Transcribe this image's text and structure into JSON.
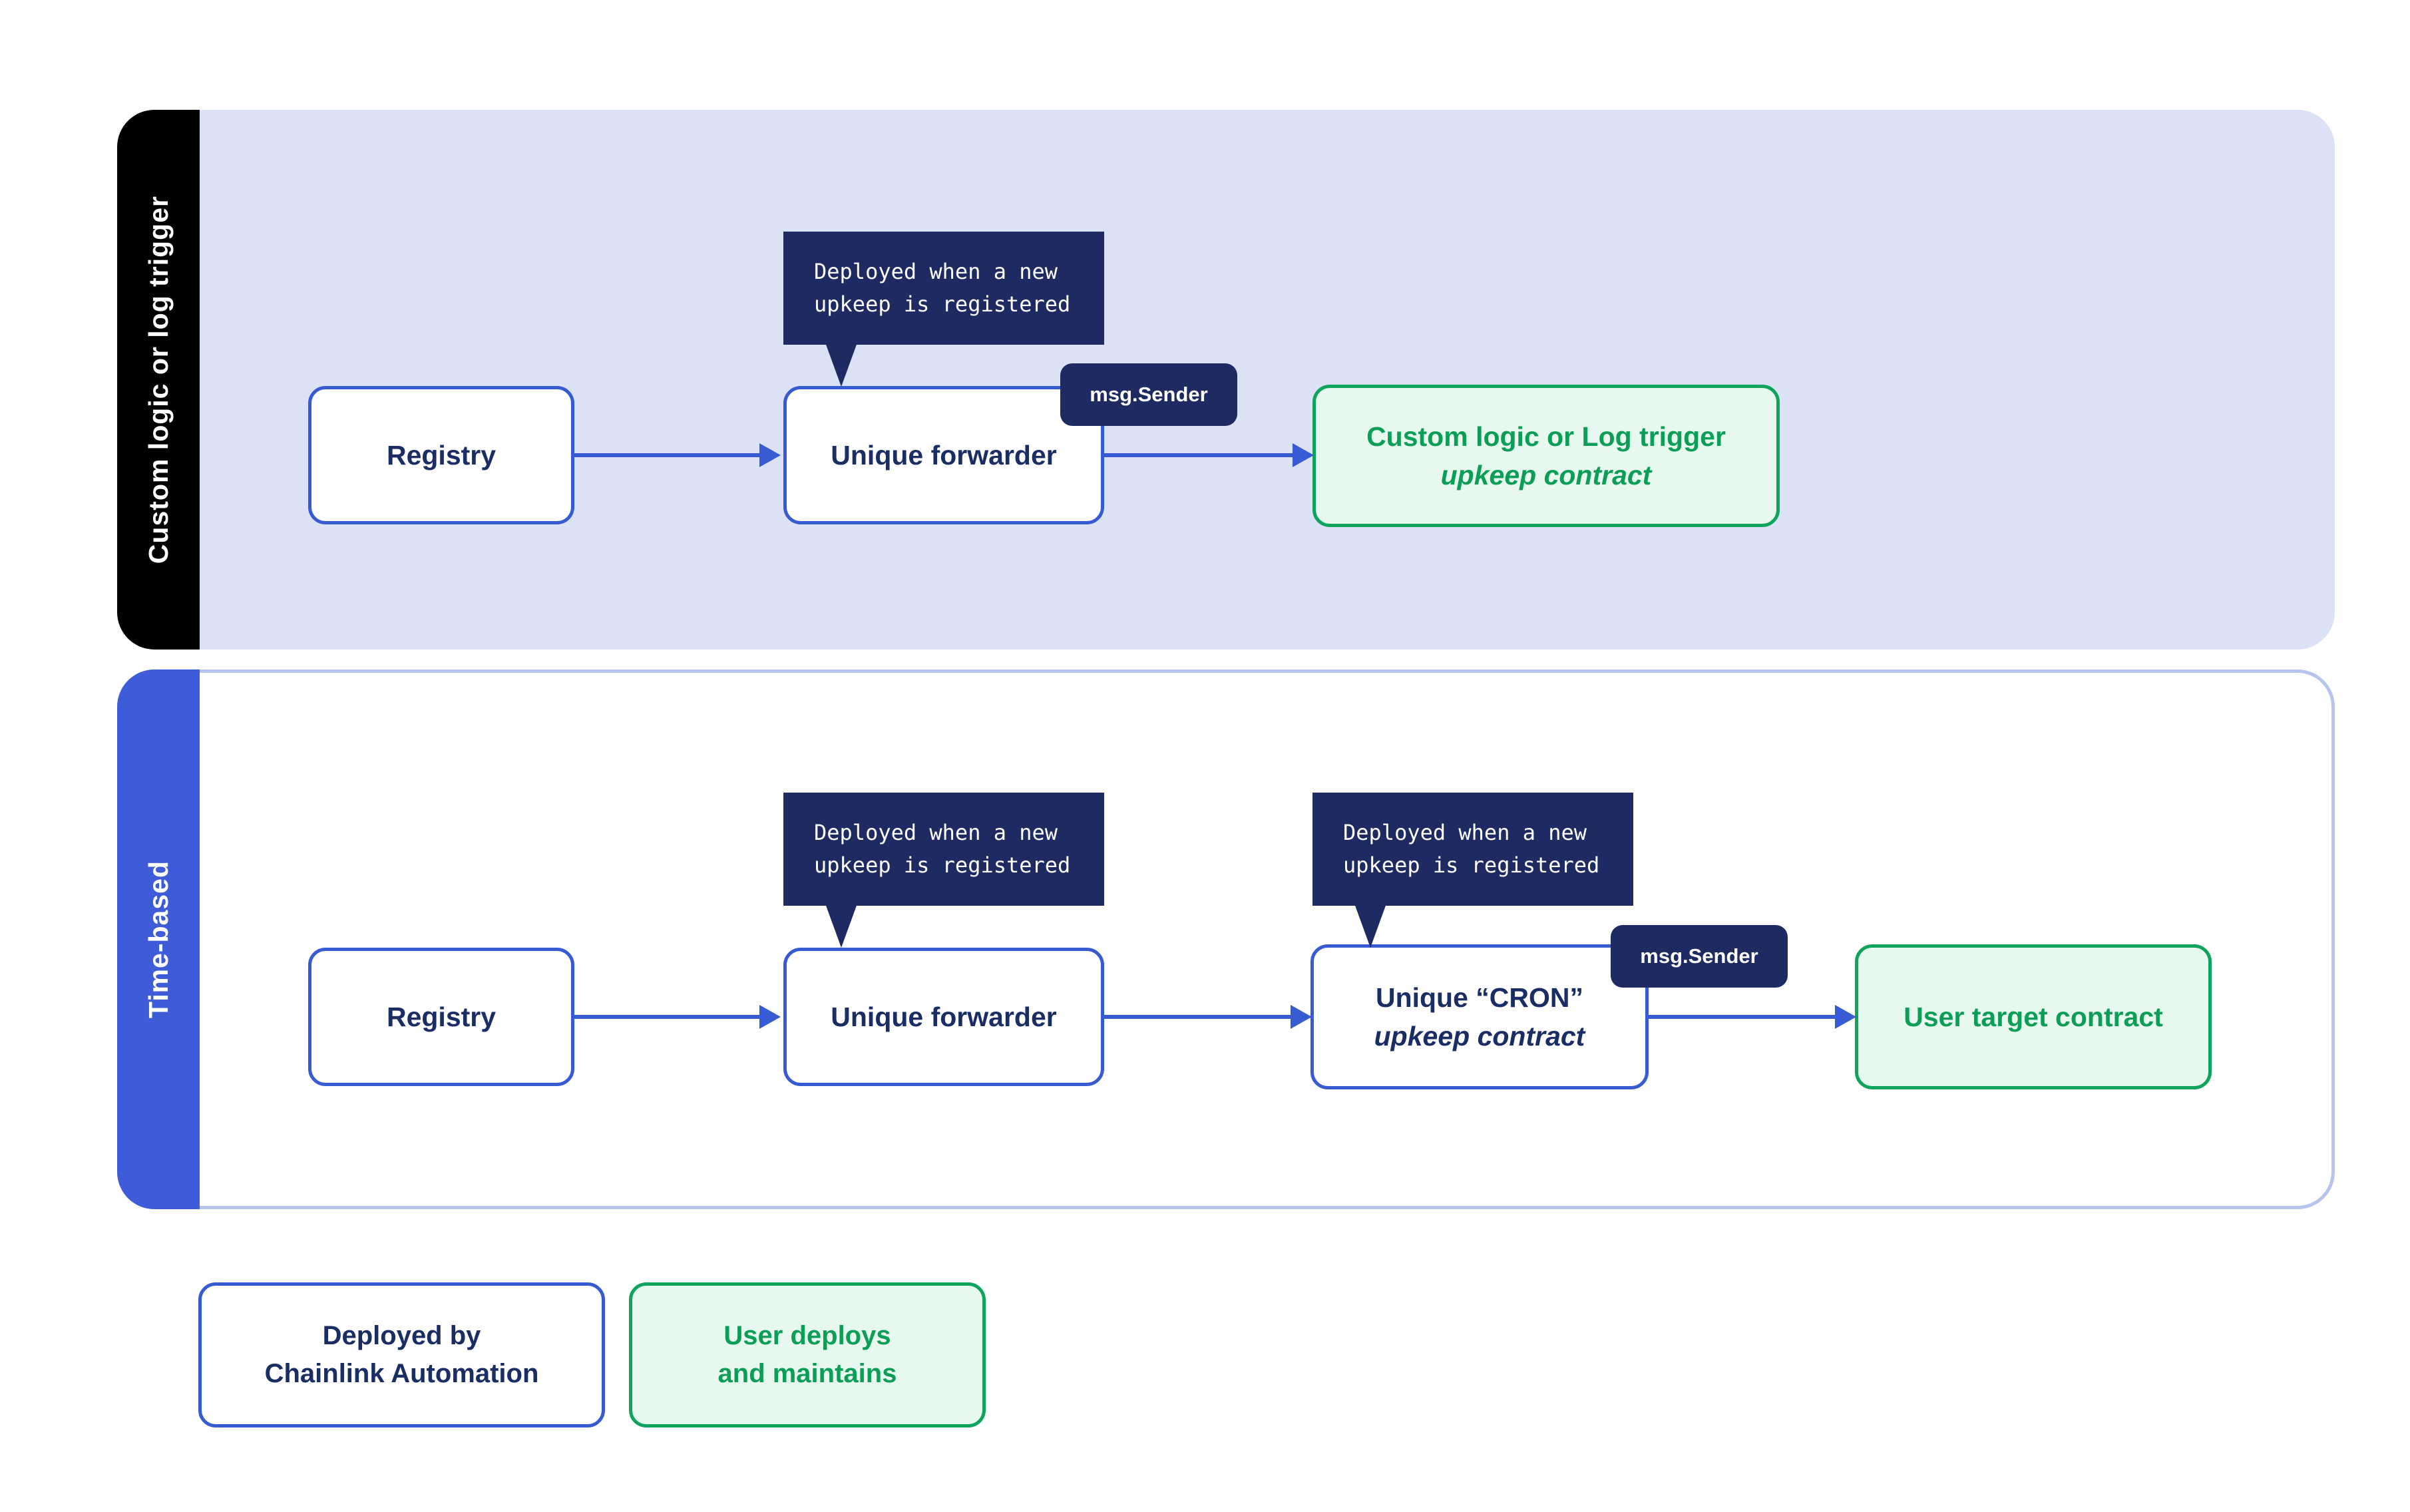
{
  "colors": {
    "chainlink_blue": "#375BD2",
    "tooltip_navy": "#1E2B63",
    "node_text_navy": "#1A2D64",
    "green_text": "#0C9E56",
    "green_border": "#0FA45C",
    "green_bg": "#E7F9EF",
    "lane1_bg": "#DBE2F6",
    "lane2_border": "#B7C4EC",
    "lane1_bar": "#000000",
    "lane2_bar": "#3E5CD8"
  },
  "lane1": {
    "label": "Custom logic or log trigger",
    "registry": "Registry",
    "tooltip": {
      "line1": "Deployed when a new",
      "line2": "upkeep is registered"
    },
    "forwarder": "Unique forwarder",
    "msg_sender": "msg.Sender",
    "target": {
      "line1": "Custom logic or Log trigger",
      "line2": "upkeep contract"
    }
  },
  "lane2": {
    "label": "Time-based",
    "registry": "Registry",
    "tooltip_forwarder": {
      "line1": "Deployed when a new",
      "line2": "upkeep is registered"
    },
    "forwarder": "Unique forwarder",
    "tooltip_cron": {
      "line1": "Deployed when a new",
      "line2": "upkeep is registered"
    },
    "cron": {
      "line1": "Unique “CRON”",
      "line2": "upkeep contract"
    },
    "msg_sender": "msg.Sender",
    "target": "User target contract"
  },
  "legend": {
    "deployed": {
      "line1": "Deployed by",
      "line2": "Chainlink Automation"
    },
    "user": {
      "line1": "User deploys",
      "line2": "and maintains"
    }
  }
}
